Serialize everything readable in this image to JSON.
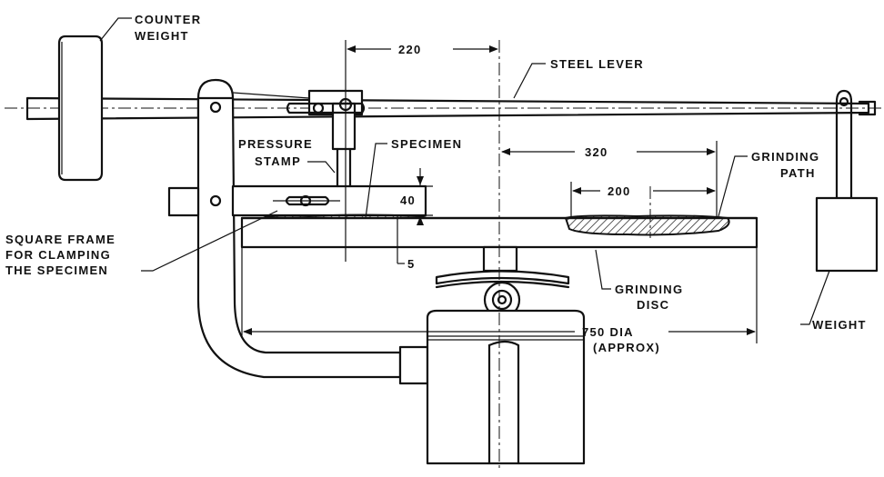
{
  "labels": {
    "counter_weight_1": "COUNTER",
    "counter_weight_2": "WEIGHT",
    "steel_lever": "STEEL LEVER",
    "pressure_stamp_1": "PRESSURE",
    "pressure_stamp_2": "STAMP",
    "specimen": "SPECIMEN",
    "grinding_path_1": "GRINDING",
    "grinding_path_2": "PATH",
    "square_frame_1": "SQUARE FRAME",
    "square_frame_2": "FOR CLAMPING",
    "square_frame_3": "THE SPECIMEN",
    "grinding_disc_1": "GRINDING",
    "grinding_disc_2": "DISC",
    "weight": "WEIGHT",
    "diameter_1": "750 DIA",
    "diameter_2": "(APPROX)"
  },
  "dimensions": {
    "stamp_to_axis": "220",
    "axis_to_path": "320",
    "path_width": "200",
    "frame_height": "40",
    "specimen_protrusion": "5"
  },
  "colors": {
    "ink": "#111111",
    "background": "#ffffff"
  }
}
